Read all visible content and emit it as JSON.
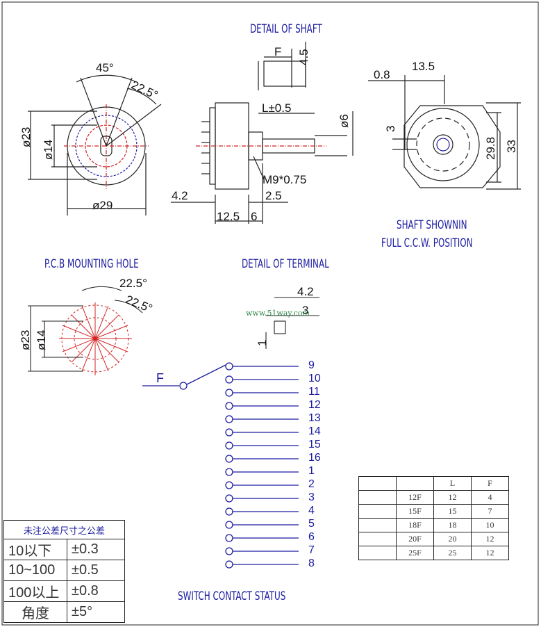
{
  "titles": {
    "detail_shaft": "DETAIL OF SHAFT",
    "pcb_hole": "P.C.B MOUNTING HOLE",
    "detail_terminal": "DETAIL OF TERMINAL",
    "shaft_shown_1": "SHAFT SHOWNIN",
    "shaft_shown_2": "FULL C.C.W. POSITION",
    "switch_status": "SWITCH CONTACT STATUS"
  },
  "dims": {
    "angle45": "45°",
    "angle22_1": "22.5°",
    "d23": "ø23",
    "d14": "ø14",
    "d29": "ø29",
    "shaft_F": "F",
    "shaft_4_5": "4.5",
    "l_tol": "L±0.5",
    "d6": "ø6",
    "m9": "M9*0.75",
    "d4_2": "4.2",
    "d2_5": "2.5",
    "d12_5": "12.5",
    "d6b": "6",
    "d0_8": "0.8",
    "d13_5": "13.5",
    "d3": "3",
    "d29_8": "29.8",
    "d33": "33",
    "pcb_22_a": "22.5°",
    "pcb_22_b": "22.5°",
    "pcb_d23": "ø23",
    "pcb_d14": "ø14",
    "term_4_2": "4.2",
    "term_3": "3",
    "term_1": "1"
  },
  "watermark": "www.51way.com",
  "switch": {
    "common": "F",
    "positions": [
      "9",
      "10",
      "11",
      "12",
      "13",
      "14",
      "15",
      "16",
      "1",
      "2",
      "3",
      "4",
      "5",
      "6",
      "7",
      "8"
    ]
  },
  "tolerance_table": {
    "header": "未注公差尺寸之公差",
    "rows": [
      {
        "range": "10以下",
        "tol": "±0.3"
      },
      {
        "range": "10~100",
        "tol": "±0.5"
      },
      {
        "range": "100以上",
        "tol": "±0.8"
      },
      {
        "range": "角度",
        "tol": "±5°"
      }
    ]
  },
  "lf_table": {
    "headers": [
      "",
      "",
      "L",
      "F"
    ],
    "rows": [
      [
        "",
        "12F",
        "12",
        "4"
      ],
      [
        "",
        "15F",
        "15",
        "7"
      ],
      [
        "",
        "18F",
        "18",
        "10"
      ],
      [
        "",
        "20F",
        "20",
        "12"
      ],
      [
        "",
        "25F",
        "25",
        "12"
      ]
    ]
  },
  "colors": {
    "ink": "#1a1aa0",
    "dim": "#111111",
    "red": "#d42020"
  }
}
